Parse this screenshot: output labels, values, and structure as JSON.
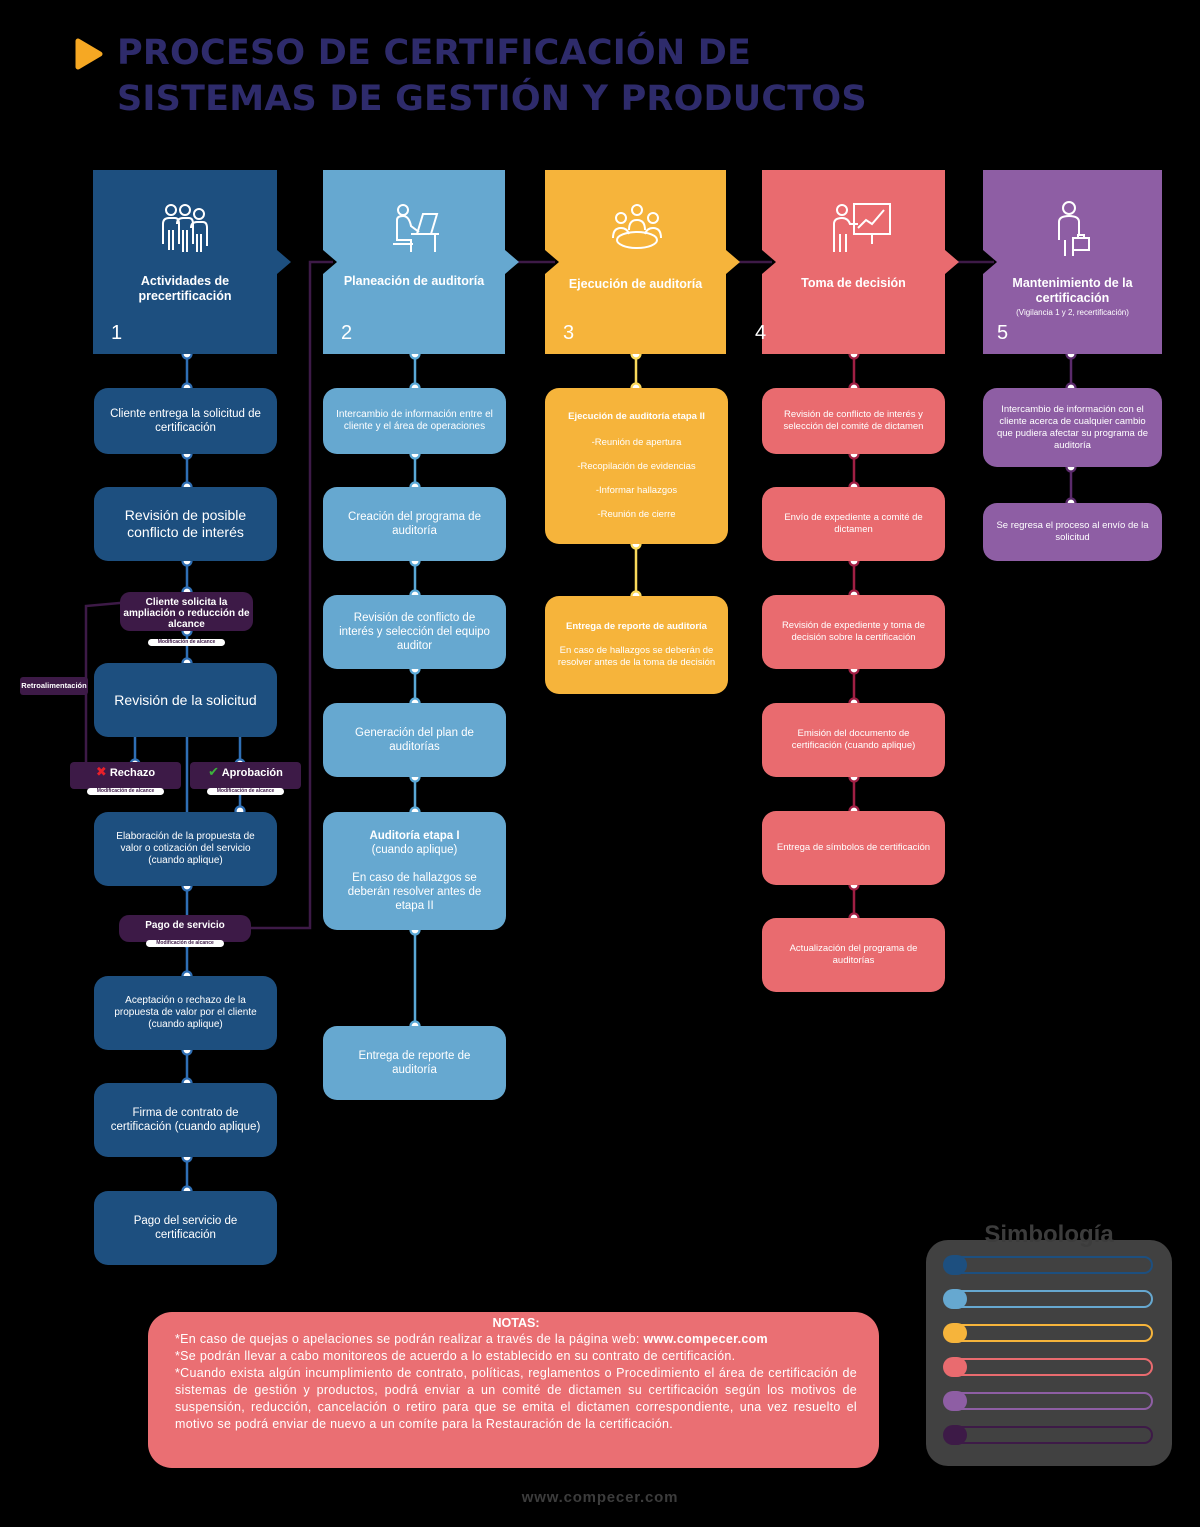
{
  "title": {
    "line1": "PROCESO DE CERTIFICACIÓN DE",
    "line2": "SISTEMAS DE GESTIÓN Y PRODUCTOS"
  },
  "colors": {
    "stage1": "#1d4f7f",
    "stage2": "#66a8d0",
    "stage3": "#f6b43b",
    "stage4": "#e96b6f",
    "stage5": "#8e5ea4",
    "accent_dark": "#3d1a47",
    "title": "#2e2b6b",
    "orange_arrow": "#f6a823",
    "panel": "#414141"
  },
  "stages": [
    {
      "number": "1",
      "title": "Actividades de precertificación",
      "icon": "group-icon"
    },
    {
      "number": "2",
      "title": "Planeación de auditoría",
      "icon": "desk-planning-icon"
    },
    {
      "number": "3",
      "title": "Ejecución de auditoría",
      "icon": "meeting-table-icon"
    },
    {
      "number": "4",
      "title": "Toma de decisión",
      "icon": "presentation-board-icon"
    },
    {
      "number": "5",
      "title": "Mantenimiento de la certificación",
      "subtitle": "(Vigilancia 1 y 2, recertificación)",
      "icon": "person-briefcase-icon"
    }
  ],
  "col1": {
    "step1": "Cliente entrega la solicitud de certificación",
    "step2": "Revisión de posible conflicto de interés",
    "scope_request": "Cliente solicita la ampliación o reducción de alcance",
    "scope_tag": "Modificación de alcance",
    "feedback": "Retroalimentación",
    "step3": "Revisión de la solicitud",
    "reject": "Rechazo",
    "reject_tag": "Modificación de alcance",
    "approve": "Aprobación",
    "approve_tag": "Modificación de alcance",
    "step4": "Elaboración de la propuesta de valor o cotización del servicio (cuando aplique)",
    "payment": "Pago de servicio",
    "payment_tag": "Modificación de alcance",
    "step5": "Aceptación o rechazo de la propuesta de valor por el cliente (cuando aplique)",
    "step6": "Firma de contrato de certificación (cuando aplique)",
    "step7": "Pago del servicio de certificación"
  },
  "col2": {
    "step1": "Intercambio de información entre el cliente y el área de operaciones",
    "step2": "Creación del programa de auditoría",
    "step3": "Revisión de conflicto de interés y selección del equipo auditor",
    "step4": "Generación del plan de auditorías",
    "step5_title": "Auditoría etapa I",
    "step5_sub": "(cuando aplique)",
    "step5_body": "En caso de hallazgos se deberán resolver antes de etapa II",
    "step6": "Entrega de reporte de auditoría"
  },
  "col3": {
    "step1_title": "Ejecución de auditoría etapa II",
    "step1_items": [
      "-Reunión de apertura",
      "-Recopilación de evidencias",
      "-Informar hallazgos",
      "-Reunión de cierre"
    ],
    "step2_title": "Entrega de reporte de auditoría",
    "step2_body": "En caso de hallazgos se deberán de resolver antes de la toma de decisión"
  },
  "col4": {
    "step1": "Revisión de conflicto de interés y selección del comité de dictamen",
    "step2": "Envío de expediente a comité de dictamen",
    "step3": "Revisión de expediente y toma de decisión sobre la certificación",
    "step4": "Emisión del documento de certificación (cuando aplique)",
    "step5": "Entrega de símbolos de certificación",
    "step6": "Actualización del programa de auditorías"
  },
  "col5": {
    "step1": "Intercambio de información con el cliente acerca de cualquier cambio que pudiera afectar su programa de auditoría",
    "step2": "Se regresa el proceso al envío de la solicitud"
  },
  "notes": {
    "heading": "NOTAS:",
    "line1_prefix": "*En caso de quejas o apelaciones se podrán realizar a través de la página web: ",
    "line1_url": "www.compecer.com",
    "line2": "*Se podrán llevar a cabo monitoreos de acuerdo a lo establecido en su contrato de certificación.",
    "line3": "*Cuando exista algún incumplimiento de contrato, políticas, reglamentos o Procedimiento el área de certificación de sistemas de gestión y productos, podrá enviar a un comité de dictamen su certificación según los motivos de suspensión, reducción, cancelación o retiro para que se emita el dictamen correspondiente, una vez resuelto el motivo se podrá enviar de nuevo a un comíte para la Restauración de la certificación."
  },
  "legend": {
    "title": "Simbología",
    "swatches": [
      "#1d4f7f",
      "#66a8d0",
      "#f6b43b",
      "#e96b6f",
      "#8e5ea4",
      "#3d1a47"
    ]
  },
  "footer": {
    "url": "www.compecer.com"
  }
}
